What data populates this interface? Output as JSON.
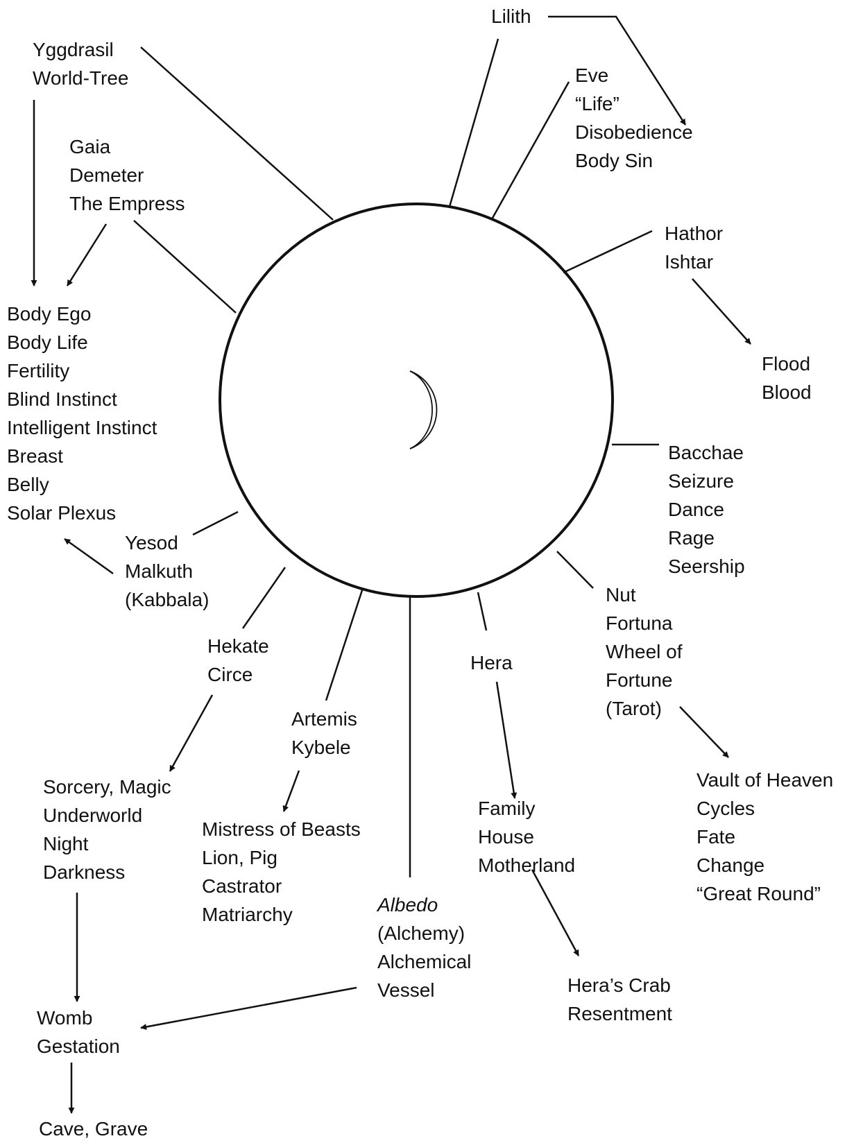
{
  "colors": {
    "ink": "#111111",
    "background": "#ffffff"
  },
  "center": {
    "icon": "crescent-moon-icon"
  },
  "labels": {
    "lilith": [
      "Lilith"
    ],
    "yggdrasil": [
      "Yggdrasil",
      "World-Tree"
    ],
    "eve": [
      "Eve",
      "“Life”",
      "Disobedience",
      "Body Sin"
    ],
    "gaia": [
      "Gaia",
      "Demeter",
      "The Empress"
    ],
    "hathor": [
      "Hathor",
      "Ishtar"
    ],
    "body_ego": [
      "Body Ego",
      "Body Life",
      "Fertility",
      "Blind Instinct",
      "Intelligent Instinct",
      "Breast",
      "Belly",
      "Solar Plexus"
    ],
    "flood": [
      "Flood",
      "Blood"
    ],
    "bacchae": [
      "Bacchae",
      "Seizure",
      "Dance",
      "Rage",
      "Seership"
    ],
    "yesod": [
      "Yesod",
      "Malkuth",
      "(Kabbala)"
    ],
    "nut": [
      "Nut",
      "Fortuna",
      "Wheel of",
      "Fortune",
      "(Tarot)"
    ],
    "hekate": [
      "Hekate",
      "Circe"
    ],
    "hera": [
      "Hera"
    ],
    "artemis": [
      "Artemis",
      "Kybele"
    ],
    "vault": [
      "Vault of Heaven",
      "Cycles",
      "Fate",
      "Change",
      "“Great Round”"
    ],
    "sorcery": [
      "Sorcery, Magic",
      "Underworld",
      "Night",
      "Darkness"
    ],
    "family": [
      "Family",
      "House",
      "Motherland"
    ],
    "mistress": [
      "Mistress of Beasts",
      "Lion, Pig",
      "Castrator",
      "Matriarchy"
    ],
    "albedo": [
      "Albedo",
      "(Alchemy)",
      "Alchemical",
      "Vessel"
    ],
    "heras_crab": [
      "Hera’s Crab",
      "Resentment"
    ],
    "womb": [
      "Womb",
      "Gestation"
    ],
    "cave": [
      "Cave, Grave"
    ]
  }
}
